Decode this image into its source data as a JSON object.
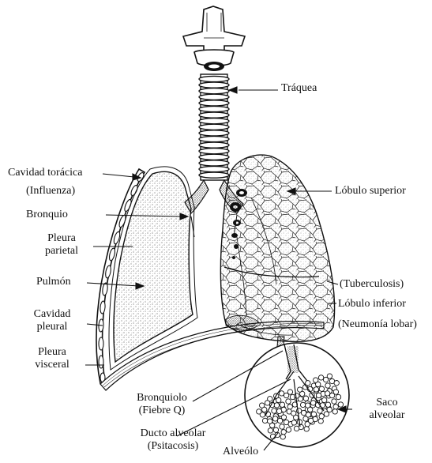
{
  "colors": {
    "ink": "#111111",
    "paper": "#ffffff",
    "fill": "#f4f4f4"
  },
  "labels": {
    "traquea": "Tráquea",
    "cavidad_toracica": "Cavidad torácica",
    "influenza": "(Influenza)",
    "bronquio": "Bronquio",
    "pleura_parietal_1": "Pleura",
    "pleura_parietal_2": "parietal",
    "pulmon": "Pulmón",
    "cavidad_pleural_1": "Cavidad",
    "cavidad_pleural_2": "pleural",
    "pleura_visceral_1": "Pleura",
    "pleura_visceral_2": "visceral",
    "lobulo_superior": "Lóbulo superior",
    "tuberculosis": "(Tuberculosis)",
    "lobulo_inferior": "Lóbulo inferior",
    "neumonia_lobar": "(Neumonía lobar)",
    "bronquiolo": "Bronquiolo",
    "fiebre_q": "(Fiebre Q)",
    "ducto_alveolar": "Ducto alveolar",
    "psitacosis": "(Psitacosis)",
    "alveolo": "Alveólo",
    "saco_1": "Saco",
    "saco_2": "alveolar"
  }
}
